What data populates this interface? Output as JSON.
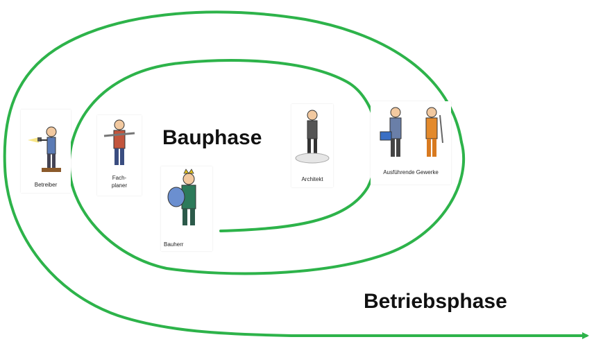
{
  "diagram": {
    "accent_color": "#2db34a",
    "phases": {
      "inner": "Bauphase",
      "outer": "Betriebsphase"
    },
    "roles": {
      "betreiber": "Betreiber",
      "fachplaner_line1": "Fach-",
      "fachplaner_line2": "planer",
      "bauherr": "Bauherr",
      "architekt": "Architekt",
      "gewerke": "Ausführende Gewerke"
    },
    "icons": {
      "betreiber": "worker-flashlight-figure",
      "fachplaner": "planner-with-tools-figure",
      "bauherr": "client-with-money-bag-figure",
      "architekt": "architect-on-cloud-figure",
      "gewerke": "craftsmen-with-tools-figures"
    }
  }
}
